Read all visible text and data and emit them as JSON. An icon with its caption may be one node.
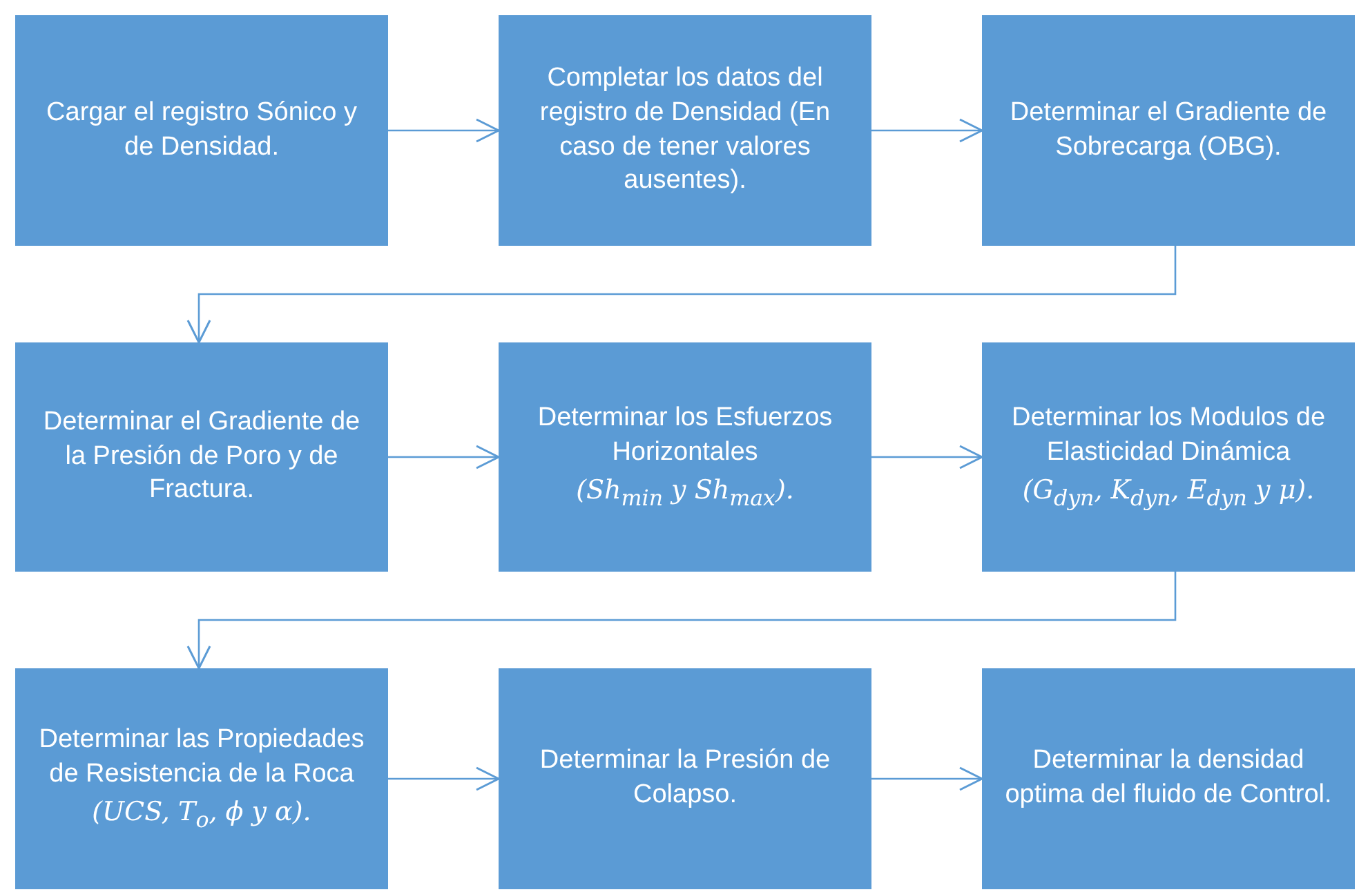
{
  "diagram": {
    "nodes": [
      {
        "text": [
          "Cargar el registro Sónico y de Densidad."
        ]
      },
      {
        "text": [
          "Completar los datos del registro de Densidad (En caso de tener valores ausentes)."
        ]
      },
      {
        "text": [
          "Determinar el Gradiente de Sobrecarga (OBG)."
        ]
      },
      {
        "text": [
          "Determinar el Gradiente de la Presión de Poro y de Fractura."
        ]
      },
      {
        "text": [
          "Determinar los Esfuerzos Horizontales",
          "(Sh$_{min}$ y Sh$_{max}$)."
        ]
      },
      {
        "text": [
          "Determinar los Modulos de Elasticidad Dinámica",
          "(G$_{dyn}$, K$_{dyn}$, E$_{dyn}$ y μ)."
        ]
      },
      {
        "text": [
          "Determinar las Propiedades de Resistencia de la Roca",
          "(UCS, T$_{o}$, ϕ y α)."
        ]
      },
      {
        "text": [
          "Determinar la Presión de Colapso."
        ]
      },
      {
        "text": [
          "Determinar la densidad optima del fluido de Control."
        ]
      }
    ],
    "edges": [
      {
        "from": 0,
        "to": 1,
        "arrow": "to"
      },
      {
        "from": 1,
        "to": 2,
        "arrow": "to"
      },
      {
        "from": 2,
        "to": 3,
        "arrow": "to"
      },
      {
        "from": 3,
        "to": 4,
        "arrow": "to"
      },
      {
        "from": 4,
        "to": 5,
        "arrow": "to"
      },
      {
        "from": 5,
        "to": 6,
        "arrow": "to"
      },
      {
        "from": 6,
        "to": 7,
        "arrow": "to"
      },
      {
        "from": 7,
        "to": 8,
        "arrow": "to"
      }
    ]
  }
}
